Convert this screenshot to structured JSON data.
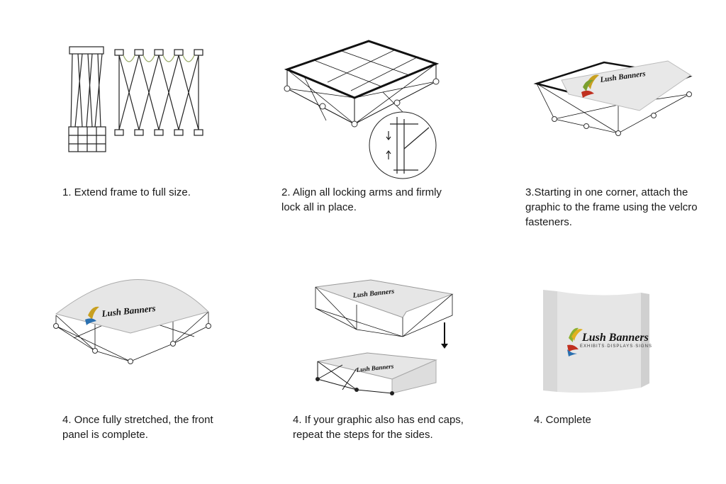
{
  "steps": [
    {
      "caption": "1. Extend frame to full size."
    },
    {
      "caption": "2. Align all locking arms and firmly lock all in place."
    },
    {
      "caption": "3.Starting in one corner, attach the graphic to the frame using the velcro fasteners."
    },
    {
      "caption": "4. Once fully stretched, the front panel is complete."
    },
    {
      "caption": "4. If your graphic also has end caps, repeat the steps for the sides."
    },
    {
      "caption": "4. Complete"
    }
  ],
  "logo": {
    "name": "Lush Banners",
    "tagline": "EXHIBITS·DISPLAYS·SIGNS"
  },
  "colors": {
    "frame": "#111111",
    "graphic": "#e6e6e6",
    "text": "#1a1a1a"
  }
}
